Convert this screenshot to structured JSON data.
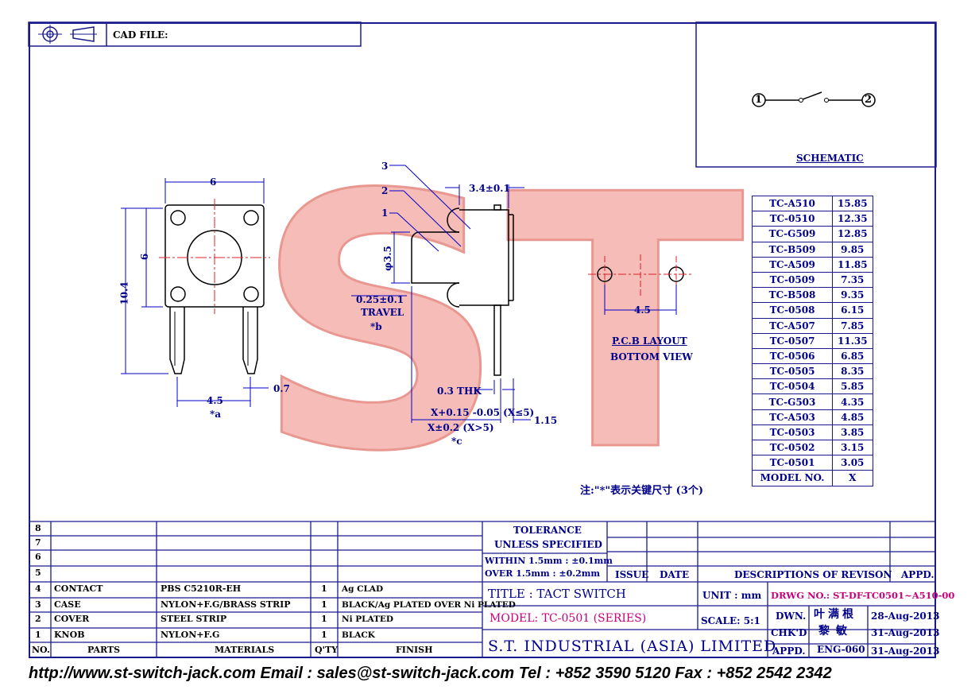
{
  "cad": {
    "label": "CAD FILE:"
  },
  "schematic": {
    "title": "SCHEMATIC",
    "pin1": "1",
    "pin2": "2"
  },
  "drawing": {
    "width_6": "6",
    "height_6": "6",
    "height_10_4": "10.4",
    "pitch_4_5": "4.5",
    "star_a": "*a",
    "pin_0_7": "0.7",
    "side_3_4": "3.4±0.1",
    "dia_3_5": "φ3.5",
    "travel_val": "0.25±0.1",
    "travel_label": "TRAVEL",
    "star_b": "*b",
    "thk": "0.3 THK",
    "x_tol_1": "X+0.15 -0.05 (X≤5)",
    "x_tol_2": "X±0.2 (X>5)",
    "star_c": "*c",
    "dim_1_15": "1.15",
    "callout_1": "1",
    "callout_2": "2",
    "callout_3": "3",
    "pcb_title": "P.C.B LAYOUT",
    "pcb_sub": "BOTTOM VIEW",
    "pcb_pitch": "4.5",
    "note": "注:\"*\"表示关键尺寸 (3个)",
    "watermark": "ST"
  },
  "model_table": {
    "rows": [
      [
        "TC-A510",
        "15.85"
      ],
      [
        "TC-0510",
        "12.35"
      ],
      [
        "TC-G509",
        "12.85"
      ],
      [
        "TC-B509",
        "9.85"
      ],
      [
        "TC-A509",
        "11.85"
      ],
      [
        "TC-0509",
        "7.35"
      ],
      [
        "TC-B508",
        "9.35"
      ],
      [
        "TC-0508",
        "6.15"
      ],
      [
        "TC-A507",
        "7.85"
      ],
      [
        "TC-0507",
        "11.35"
      ],
      [
        "TC-0506",
        "6.85"
      ],
      [
        "TC-0505",
        "8.35"
      ],
      [
        "TC-0504",
        "5.85"
      ],
      [
        "TC-G503",
        "4.35"
      ],
      [
        "TC-A503",
        "4.85"
      ],
      [
        "TC-0503",
        "3.85"
      ],
      [
        "TC-0502",
        "3.15"
      ],
      [
        "TC-0501",
        "3.05"
      ]
    ],
    "header": [
      "MODEL NO.",
      "X"
    ]
  },
  "bom": {
    "rows": [
      {
        "no": "8",
        "part": "",
        "mat": "",
        "qty": "",
        "fin": ""
      },
      {
        "no": "7",
        "part": "",
        "mat": "",
        "qty": "",
        "fin": ""
      },
      {
        "no": "6",
        "part": "",
        "mat": "",
        "qty": "",
        "fin": ""
      },
      {
        "no": "5",
        "part": "",
        "mat": "",
        "qty": "",
        "fin": ""
      },
      {
        "no": "4",
        "part": "CONTACT",
        "mat": "PBS C5210R-EH",
        "qty": "1",
        "fin": "Ag CLAD"
      },
      {
        "no": "3",
        "part": "CASE",
        "mat": "NYLON+F.G/BRASS STRIP",
        "qty": "1",
        "fin": "BLACK/Ag PLATED OVER Ni PLATED"
      },
      {
        "no": "2",
        "part": "COVER",
        "mat": "STEEL STRIP",
        "qty": "1",
        "fin": "Ni PLATED"
      },
      {
        "no": "1",
        "part": "KNOB",
        "mat": "NYLON+F.G",
        "qty": "1",
        "fin": "BLACK"
      }
    ],
    "header": {
      "no": "NO.",
      "part": "PARTS",
      "mat": "MATERIALS",
      "qty": "Q'TY",
      "fin": "FINISH"
    }
  },
  "title_block": {
    "tol1": "TOLERANCE",
    "tol2": "UNLESS  SPECIFIED",
    "within": "WITHIN  1.5mm : ±0.1mm",
    "over": "OVER   1.5mm : ±0.2mm",
    "issue": "ISSUE",
    "date": "DATE",
    "desc": "DESCRIPTIONS OF REVISON",
    "appd": "APPD.",
    "title": "TITLE : TACT SWITCH",
    "unit": "UNIT :  mm",
    "drwg": "DRWG NO.: ST-DF-TC0501~A510-00",
    "model": "MODEL: TC-0501 (SERIES)",
    "scale": "SCALE:  5:1",
    "dwn": "DWN.",
    "dwn_name": "叶满根",
    "dwn_date": "28-Aug-2013",
    "chkd": "CHK'D",
    "chkd_name": "黎敏",
    "chkd_date": "31-Aug-2013",
    "appd2": "APPD.",
    "appd_name": "ENG-060",
    "appd_date": "31-Aug-2013",
    "company": "S.T. INDUSTRIAL (ASIA) LIMITED"
  },
  "footer": "http://www.st-switch-jack.com  Email : sales@st-switch-jack.com  Tel : +852 3590 5120  Fax : +852 2542 2342",
  "colors": {
    "line": "#1a1a8c",
    "dim": "#0000c8",
    "red": "#e0202a",
    "watermark": "#f3b3b0",
    "magenta": "#c8007c"
  }
}
